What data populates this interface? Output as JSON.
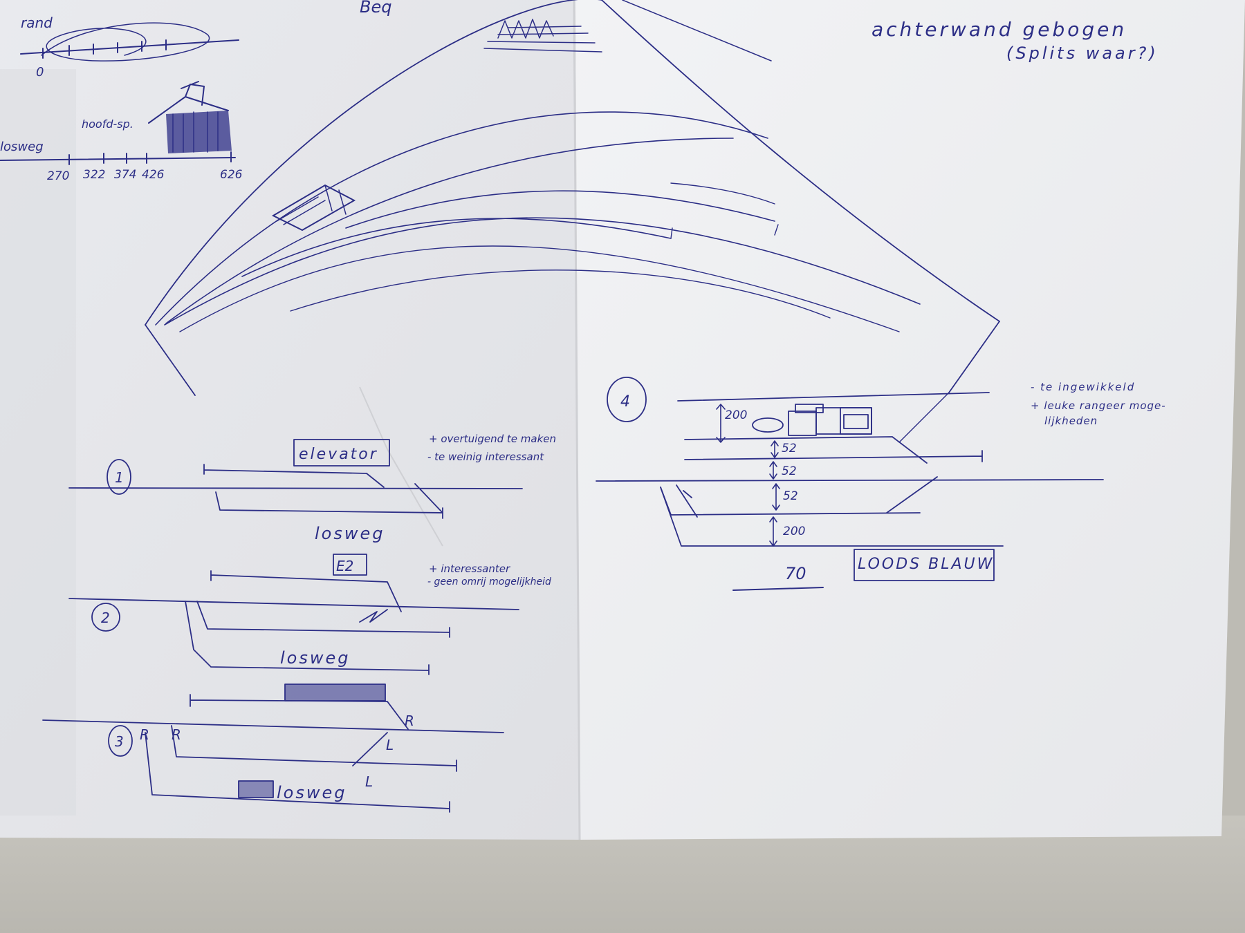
{
  "title_fragment": "Beq",
  "top_note": {
    "line1": "achterwand gebogen",
    "line2": "(Splits waar?)"
  },
  "scale_label": "rand",
  "scale_zero": "0",
  "losweg_top": "losweg",
  "hoofdsp_label": "hoofd-sp.",
  "dimension_ticks": [
    "270",
    "322",
    "374",
    "426",
    "626"
  ],
  "variant1": {
    "number": "1",
    "building": "elevator",
    "plus": "+ overtuigend te maken",
    "minus": "- te weinig interessant",
    "road": "losweg"
  },
  "variant2": {
    "number": "2",
    "building": "E2",
    "plus": "+ interessanter",
    "minus": "- geen omrij mogelijkheid",
    "road": "losweg"
  },
  "variant3": {
    "number": "3",
    "turnout_labels": [
      "R",
      "R",
      "R",
      "L",
      "L"
    ],
    "road": "losweg"
  },
  "variant4": {
    "number": "4",
    "minus": "- te ingewikkeld",
    "plus": "+ leuke rangeer moge-",
    "plus_cont": "lijkheden",
    "spacings": [
      "200",
      "52",
      "52",
      "52",
      "200"
    ],
    "width": "70",
    "shed": "LOODS BLAUW"
  }
}
